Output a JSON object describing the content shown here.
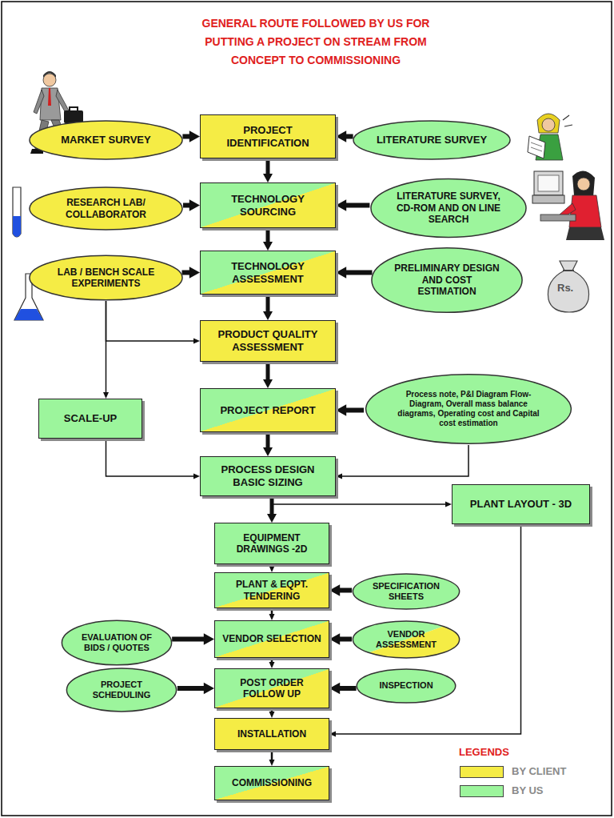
{
  "diagram": {
    "title": "GENERAL ROUTE FOLLOWED BY US FOR PUTTING A PROJECT ON STREAM FROM CONCEPT TO COMMISSIONING",
    "nodes": [
      {
        "text": [
          "MARKET SURVEY"
        ]
      },
      {
        "text": [
          "PROJECT IDENTIFICATION"
        ]
      },
      {
        "text": [
          "LITERATURE SURVEY"
        ]
      },
      {
        "text": [
          "RESEARCH LAB/ COLLABORATOR"
        ]
      },
      {
        "text": [
          "TECHNOLOGY SOURCING"
        ]
      },
      {
        "text": [
          "LITERATURE SURVEY, CD-ROM AND ON LINE SEARCH"
        ]
      },
      {
        "text": [
          "LAB / BENCH SCALE EXPERIMENTS"
        ]
      },
      {
        "text": [
          "TECHNOLOGY ASSESSMENT"
        ]
      },
      {
        "text": [
          "PRELIMINARY DESIGN AND COST ESTIMATION"
        ]
      },
      {
        "text": [
          "PRODUCT QUALITY ASSESSMENT"
        ]
      },
      {
        "text": [
          "PROJECT REPORT"
        ]
      },
      {
        "text": [
          "Process note, P&I Diagram Flow-Diagram, Overall mass balance diagrams, Operating cost and Capital cost estimation"
        ]
      },
      {
        "text": [
          "SCALE-UP"
        ]
      },
      {
        "text": [
          "PROCESS DESIGN BASIC SIZING"
        ]
      },
      {
        "text": [
          "PLANT LAYOUT - 3D"
        ]
      },
      {
        "text": [
          "EQUIPMENT DRAWINGS -2D"
        ]
      },
      {
        "text": [
          "PLANT & EQPT. TENDERING"
        ]
      },
      {
        "text": [
          "SPECIFICATION SHEETS"
        ]
      },
      {
        "text": [
          "EVALUATION OF BIDS / QUOTES"
        ]
      },
      {
        "text": [
          "VENDOR SELECTION"
        ]
      },
      {
        "text": [
          "VENDOR ASSESSMENT"
        ]
      },
      {
        "text": [
          "PROJECT SCHEDULING"
        ]
      },
      {
        "text": [
          "POST ORDER FOLLOW UP"
        ]
      },
      {
        "text": [
          "INSPECTION"
        ]
      },
      {
        "text": [
          "INSTALLATION"
        ]
      },
      {
        "text": [
          "COMMISSIONING"
        ]
      }
    ],
    "edges": [
      {
        "from": 0,
        "to": 1,
        "arrow": "to"
      },
      {
        "from": 2,
        "to": 1,
        "arrow": "to"
      },
      {
        "from": 1,
        "to": 4,
        "arrow": "to"
      },
      {
        "from": 3,
        "to": 4,
        "arrow": "to"
      },
      {
        "from": 5,
        "to": 4,
        "arrow": "to"
      },
      {
        "from": 4,
        "to": 7,
        "arrow": "to"
      },
      {
        "from": 6,
        "to": 7,
        "arrow": "to"
      },
      {
        "from": 8,
        "to": 7,
        "arrow": "to"
      },
      {
        "from": 7,
        "to": 9,
        "arrow": "to"
      },
      {
        "from": 6,
        "to": 9,
        "arrow": "to"
      },
      {
        "from": 6,
        "to": 12,
        "arrow": "to"
      },
      {
        "from": 9,
        "to": 10,
        "arrow": "to"
      },
      {
        "from": 11,
        "to": 10,
        "arrow": "to"
      },
      {
        "from": 10,
        "to": 13,
        "arrow": "to"
      },
      {
        "from": 12,
        "to": 13,
        "arrow": "to"
      },
      {
        "from": 11,
        "to": 13,
        "arrow": "to"
      },
      {
        "from": 13,
        "to": 15,
        "arrow": "to"
      },
      {
        "from": 13,
        "to": 14,
        "arrow": "to"
      },
      {
        "from": 15,
        "to": 16,
        "arrow": "to"
      },
      {
        "from": 17,
        "to": 16,
        "arrow": "to"
      },
      {
        "from": 16,
        "to": 19,
        "arrow": "to"
      },
      {
        "from": 18,
        "to": 19,
        "arrow": "to"
      },
      {
        "from": 20,
        "to": 19,
        "arrow": "to"
      },
      {
        "from": 19,
        "to": 22,
        "arrow": "to"
      },
      {
        "from": 21,
        "to": 22,
        "arrow": "to"
      },
      {
        "from": 23,
        "to": 22,
        "arrow": "to"
      },
      {
        "from": 22,
        "to": 24,
        "arrow": "to"
      },
      {
        "from": 14,
        "to": 24,
        "arrow": "to"
      },
      {
        "from": 24,
        "to": 25,
        "arrow": "to"
      }
    ],
    "labels": [
      "Rs.",
      "LEGENDS"
    ],
    "legend": [
      {
        "text": "BY CLIENT",
        "color": "#f5ec45"
      },
      {
        "text": "BY US",
        "color": "#9cf59c"
      }
    ]
  }
}
